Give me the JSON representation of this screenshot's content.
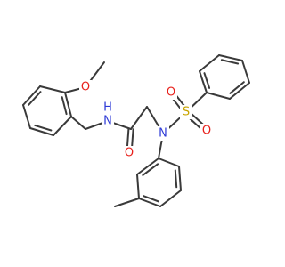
{
  "molecule": {
    "atom_labels": [
      {
        "id": "O_methoxy",
        "text": "O",
        "color": "#e8201b"
      },
      {
        "id": "N_amide",
        "text": "N",
        "color": "#2e3bd6"
      },
      {
        "id": "H_amide",
        "text": "H",
        "color": "#2e3bd6"
      },
      {
        "id": "O_carbonyl",
        "text": "O",
        "color": "#e8201b"
      },
      {
        "id": "N_sulfonamide",
        "text": "N",
        "color": "#2e3bd6"
      },
      {
        "id": "S",
        "text": "S",
        "color": "#c8a400"
      },
      {
        "id": "O_sulfonyl_1",
        "text": "O",
        "color": "#e8201b"
      },
      {
        "id": "O_sulfonyl_2",
        "text": "O",
        "color": "#e8201b"
      }
    ],
    "bond_color": "#3a3a3a"
  }
}
